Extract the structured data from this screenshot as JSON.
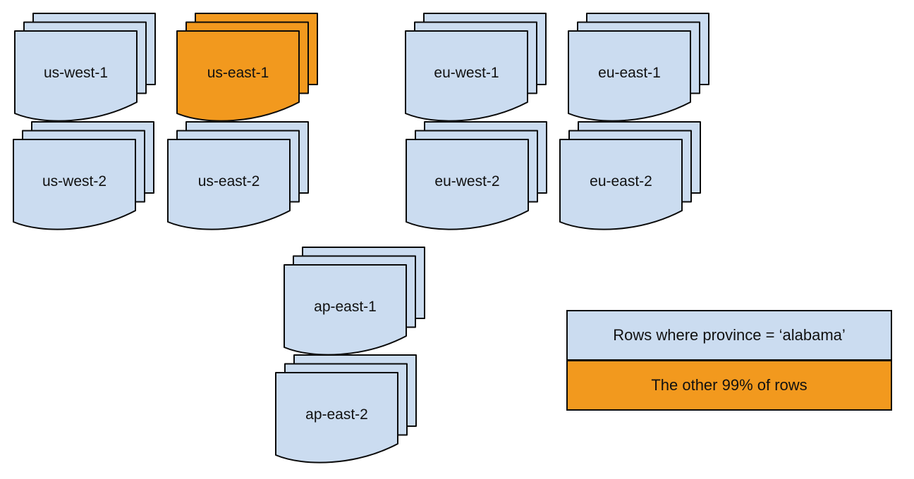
{
  "colors": {
    "region_default": "#cbdcf0",
    "region_hot": "#f2991e",
    "outline": "#0a0a0a",
    "background": "#ffffff"
  },
  "stacks": [
    {
      "label": "us-west-1",
      "color": "#cbdcf0"
    },
    {
      "label": "us-east-1",
      "color": "#f2991e"
    },
    {
      "label": "eu-west-1",
      "color": "#cbdcf0"
    },
    {
      "label": "eu-east-1",
      "color": "#cbdcf0"
    },
    {
      "label": "us-west-2",
      "color": "#cbdcf0"
    },
    {
      "label": "us-east-2",
      "color": "#cbdcf0"
    },
    {
      "label": "eu-west-2",
      "color": "#cbdcf0"
    },
    {
      "label": "eu-east-2",
      "color": "#cbdcf0"
    },
    {
      "label": "ap-east-1",
      "color": "#cbdcf0"
    },
    {
      "label": "ap-east-2",
      "color": "#cbdcf0"
    }
  ],
  "legend": {
    "rows": [
      {
        "label": "Rows where province = ‘alabama’",
        "color": "#cbdcf0"
      },
      {
        "label": "The other 99% of rows",
        "color": "#f2991e"
      }
    ]
  }
}
